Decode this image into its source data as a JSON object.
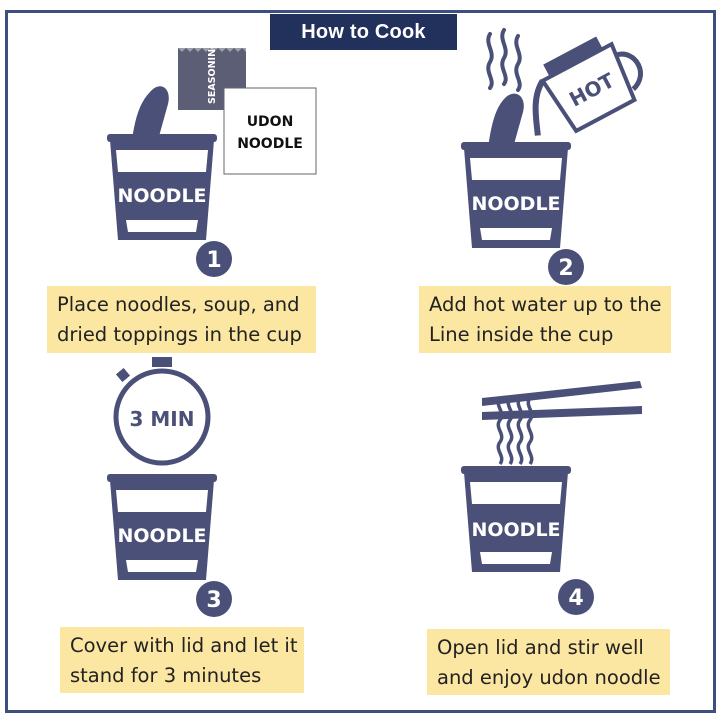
{
  "title": "How to Cook",
  "colors": {
    "navy": "#22305c",
    "ink": "#4a5078",
    "caption_bg": "#fbe6a2",
    "frame": "#3d4f7f"
  },
  "steps": [
    {
      "number": "1",
      "line1": "Place noodles, soup, and",
      "line2": "dried toppings in the cup",
      "cup_label": "NOODLE"
    },
    {
      "number": "2",
      "line1": "Add hot water up to the",
      "line2": "Line inside the cup",
      "cup_label": "NOODLE"
    },
    {
      "number": "3",
      "line1": "Cover with lid and let it",
      "line2": "stand for 3 minutes",
      "cup_label": "NOODLE"
    },
    {
      "number": "4",
      "line1": "Open lid and stir well",
      "line2": "and enjoy udon noodle",
      "cup_label": "NOODLE"
    }
  ],
  "packets": {
    "seasoning": "SEASONING",
    "udon_line1": "UDON",
    "udon_line2": "NOODLE"
  },
  "kettle_label": "HOT",
  "timer_label": "3 MIN",
  "icons": [
    "cup-icon",
    "seasoning-packet-icon",
    "kettle-icon",
    "steam-icon",
    "stopwatch-icon",
    "chopsticks-icon",
    "noodles-icon"
  ]
}
